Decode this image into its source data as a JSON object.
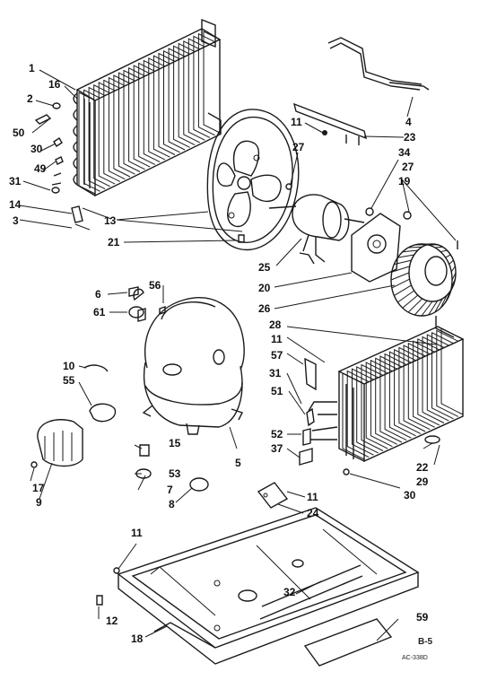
{
  "labels": {
    "l1": "1",
    "l16": "16",
    "l2": "2",
    "l50": "50",
    "l30a": "30",
    "l49": "49",
    "l31a": "31",
    "l14": "14",
    "l3": "3",
    "l11a": "11",
    "l27a": "27",
    "l23": "23",
    "l34": "34",
    "l27b": "27",
    "l19": "19",
    "l4": "4",
    "l13": "13",
    "l21": "21",
    "l25": "25",
    "l20": "20",
    "l26": "26",
    "l6": "6",
    "l56": "56",
    "l61": "61",
    "l28": "28",
    "l11b": "11",
    "l57": "57",
    "l31b": "31",
    "l51": "51",
    "l10": "10",
    "l55": "55",
    "l52": "52",
    "l37": "37",
    "l5": "5",
    "l15": "15",
    "l53": "53",
    "l7": "7",
    "l8": "8",
    "l17": "17",
    "l9": "9",
    "l22": "22",
    "l29": "29",
    "l30b": "30",
    "l11c": "11",
    "l24": "24",
    "l11d": "11",
    "l32": "32",
    "l12": "12",
    "l18": "18",
    "l59": "59"
  },
  "page_code": "B-5",
  "drawing_code": "AC-338D"
}
